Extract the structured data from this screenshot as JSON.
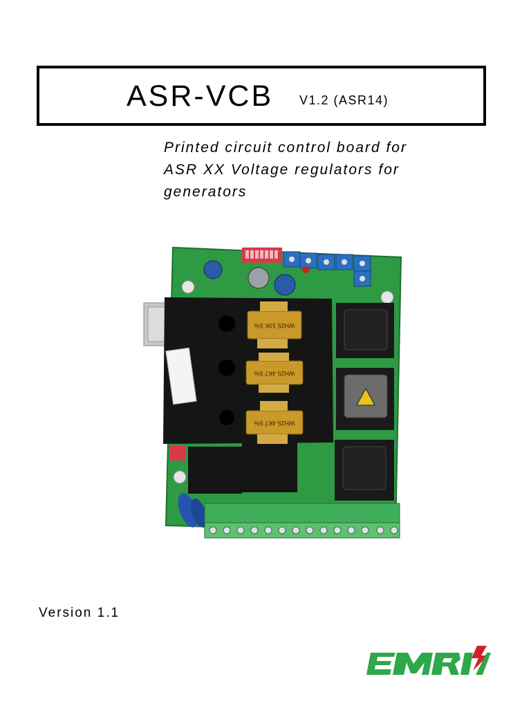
{
  "document": {
    "title": "ASR-VCB",
    "version_tag": "V1.2 (ASR14)",
    "subtitle_lines": [
      "Printed circuit control board for",
      "ASR XX Voltage regulators for",
      "generators"
    ],
    "photo": {
      "resistor_labels": [
        "WH25 10K 5%",
        "WH25 4K7 5%",
        "WH25 4K7 5%"
      ]
    },
    "document_version": "Version 1.1",
    "logo": "EMRI"
  },
  "colors": {
    "pcb_green": "#2e9a44",
    "terminal_green": "#3fae5a",
    "heatsink_black": "#151515",
    "resistor_gold": "#c99a2a",
    "connector_blue": "#2a6fc2",
    "logo_green": "#2fa84a",
    "logo_red": "#d2202a"
  }
}
